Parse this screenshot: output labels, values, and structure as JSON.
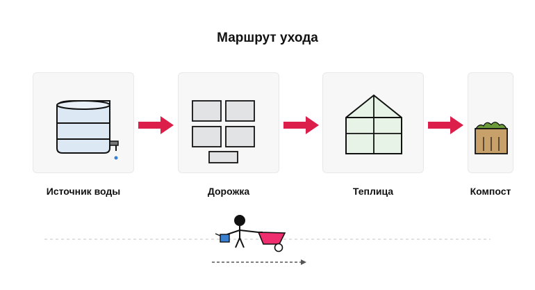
{
  "title": "Маршрут ухода",
  "steps": [
    {
      "label": "Источник воды",
      "icon": "water-tank-icon"
    },
    {
      "label": "Дорожка",
      "icon": "paving-stones-icon"
    },
    {
      "label": "Теплица",
      "icon": "greenhouse-icon"
    },
    {
      "label": "Компост",
      "icon": "compost-bin-icon"
    }
  ],
  "arrows": 3,
  "figure": {
    "icon": "gardener-with-wheelbarrow-icon",
    "carries": "watering-can-icon"
  },
  "colors": {
    "arrow": "#dc1f4a",
    "wheelbarrow": "#ee2e6e",
    "watering_can": "#3a7fd0",
    "tank_water": "#dce8f3",
    "greenhouse_glass": "#e6f3e6",
    "compost_bin": "#c8a06a",
    "compost_greens": "#6b9a3a",
    "drip": "#3a7fd0"
  }
}
